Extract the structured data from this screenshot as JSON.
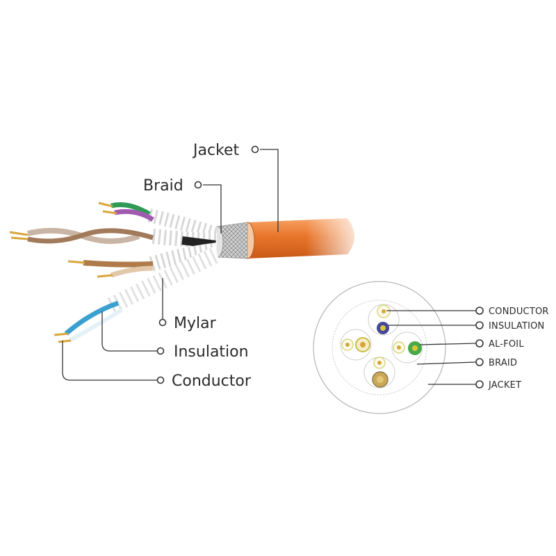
{
  "cable_labels": {
    "jacket": "Jacket",
    "braid": "Braid",
    "mylar": "Mylar",
    "insulation": "Insulation",
    "conductor": "Conductor"
  },
  "cross_section_labels": {
    "conductor": "CONDUCTOR",
    "insulation": "INSULATION",
    "al_foil": "AL-FOIL",
    "braid": "BRAID",
    "jacket": "JACKET"
  },
  "colors": {
    "jacket": "#e8752a",
    "braid": "#c9c9c9",
    "conductor": "#d9a53a",
    "wire_green": "#2f9a55",
    "wire_blue": "#3aa0cf",
    "wire_brown": "#b07a4a",
    "wire_purple": "#a05bb0"
  }
}
